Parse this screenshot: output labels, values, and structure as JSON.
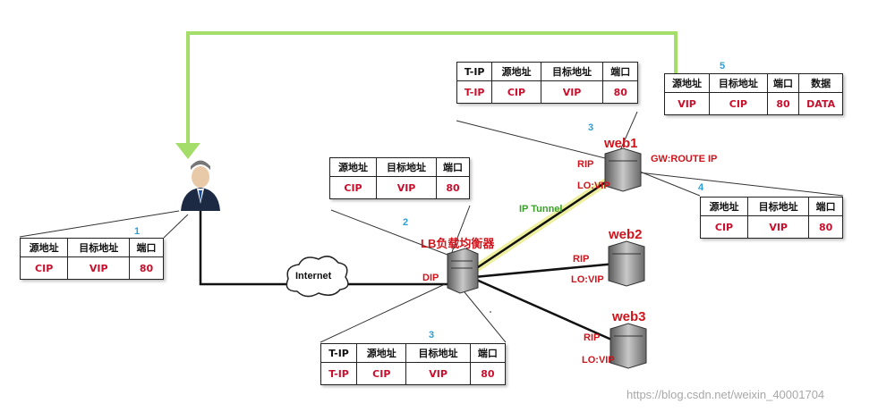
{
  "tables": [
    {
      "id": "t1",
      "headers": [
        "源地址",
        "目标地址",
        "端口"
      ],
      "values": [
        "CIP",
        "VIP",
        "80"
      ]
    },
    {
      "id": "t2",
      "headers": [
        "源地址",
        "目标地址",
        "端口"
      ],
      "values": [
        "CIP",
        "VIP",
        "80"
      ]
    },
    {
      "id": "t3top",
      "headers": [
        "T-IP",
        "源地址",
        "目标地址",
        "端口"
      ],
      "values": [
        "T-IP",
        "CIP",
        "VIP",
        "80"
      ]
    },
    {
      "id": "t3bottom",
      "headers": [
        "T-IP",
        "源地址",
        "目标地址",
        "端口"
      ],
      "values": [
        "T-IP",
        "CIP",
        "VIP",
        "80"
      ]
    },
    {
      "id": "t4",
      "headers": [
        "源地址",
        "目标地址",
        "端口"
      ],
      "values": [
        "CIP",
        "VIP",
        "80"
      ]
    },
    {
      "id": "t5",
      "headers": [
        "源地址",
        "目标地址",
        "端口",
        "数据"
      ],
      "values": [
        "VIP",
        "CIP",
        "80",
        "DATA"
      ]
    }
  ],
  "step_numbers": {
    "n1": "1",
    "n2": "2",
    "n3top": "3",
    "n3bottom": "3",
    "n4": "4",
    "n5": "5"
  },
  "labels": {
    "internet": "Internet",
    "lb": "LB负载均衡器",
    "dip": "DIP",
    "ip_tunnel": "IP Tunnel",
    "web1": "web1",
    "web2": "web2",
    "web3": "web3",
    "gw": "GW:ROUTE IP",
    "rip": "RIP",
    "lo_vip": "LO:VIP"
  },
  "watermark": "https://blog.csdn.net/weixin_40001704",
  "colors": {
    "value_red": "#c8102e",
    "label_red": "#d0141b",
    "step_blue": "#2a9fd6",
    "return_green": "#a4dd6a",
    "tunnel_green": "#3aa02a"
  }
}
